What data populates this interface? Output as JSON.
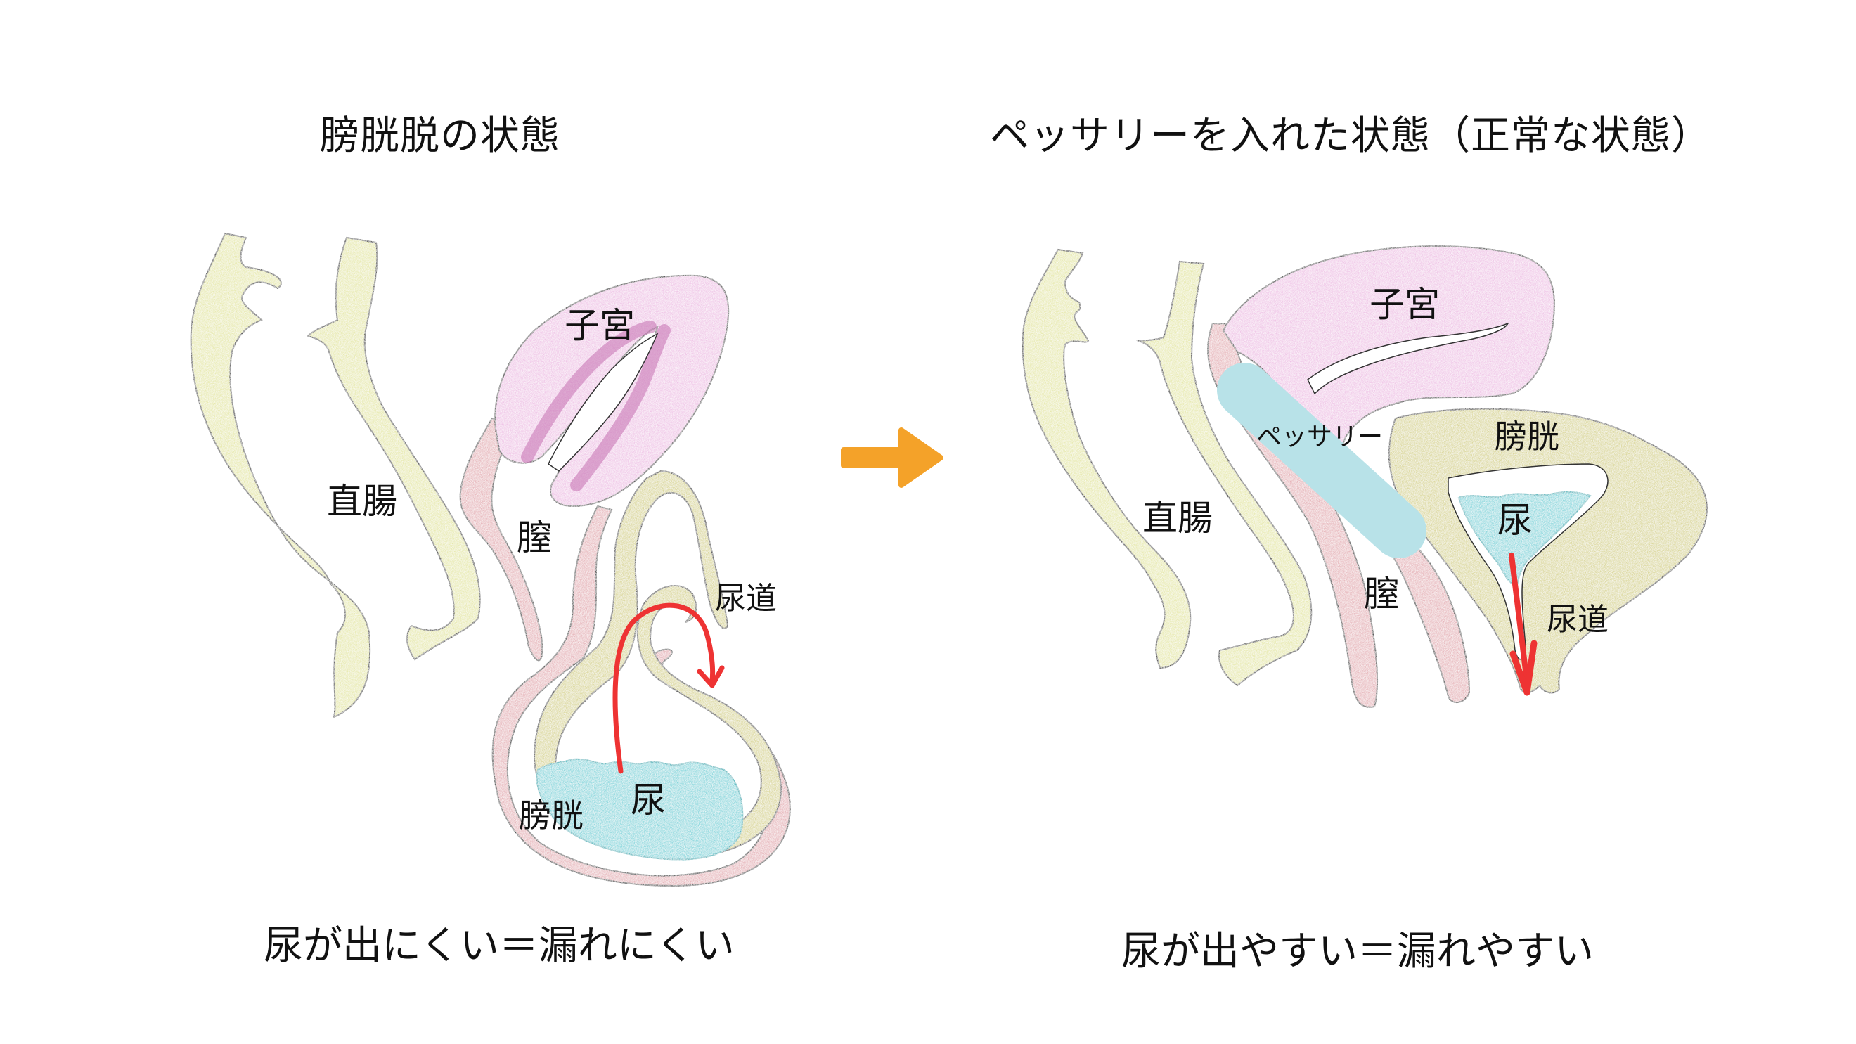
{
  "left_panel": {
    "title": "膀胱脱の状態",
    "caption": "尿が出にくい＝漏れにくい",
    "labels": {
      "uterus": "子宮",
      "rectum": "直腸",
      "vagina": "膣",
      "urethra": "尿道",
      "bladder": "膀胱",
      "urine": "尿"
    }
  },
  "right_panel": {
    "title": "ペッサリーを入れた状態（正常な状態）",
    "caption": "尿が出やすい＝漏れやすい",
    "labels": {
      "uterus": "子宮",
      "pessary": "ペッサリー",
      "bladder": "膀胱",
      "urine": "尿",
      "rectum": "直腸",
      "vagina": "膣",
      "urethra": "尿道"
    }
  },
  "transition_arrow": {
    "icon": "arrow-right-icon",
    "color": "#f4a229"
  },
  "colors": {
    "rectum_fill": "#e6e8a8",
    "uterus_fill": "#efc3e6",
    "uterus_shade": "#c46fb0",
    "vagina_fill": "#e6b2b8",
    "bladder_fill": "#d9d593",
    "urine_fill": "#7fd6dc",
    "pessary_fill": "#b8e2e8",
    "flow_arrow": "#ee3333",
    "outline": "#333333"
  }
}
